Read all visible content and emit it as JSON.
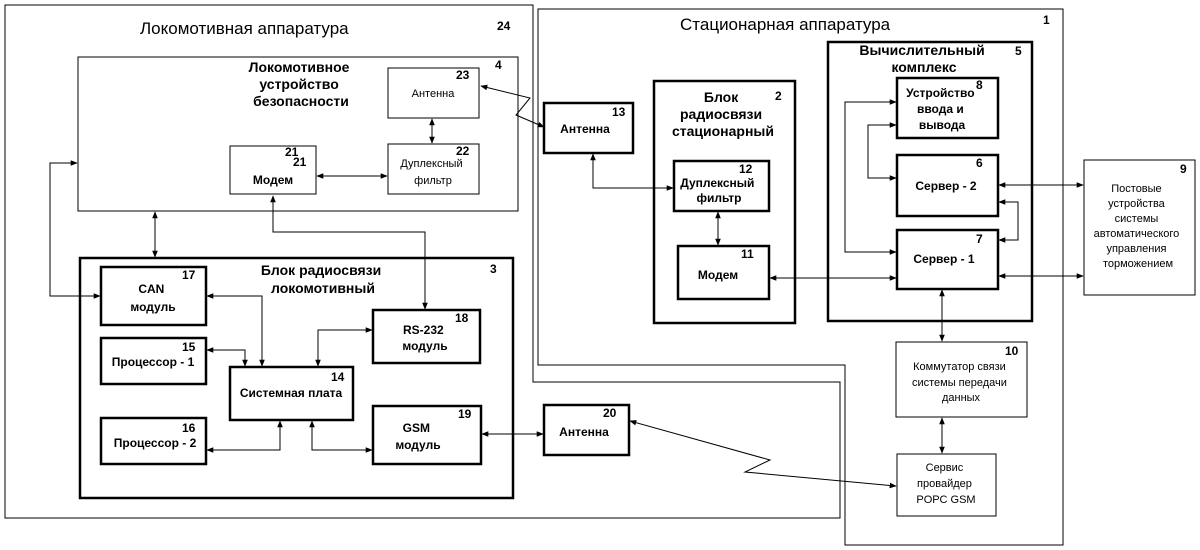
{
  "regions": {
    "loco": {
      "title": "Локомотивная аппаратура",
      "num": "24"
    },
    "station": {
      "title": "Стационарная аппаратура",
      "num": "1"
    }
  },
  "blocks": {
    "safety": {
      "num": "4",
      "lines": [
        "Локомотивное",
        "устройство",
        "безопасности"
      ]
    },
    "antenna23": {
      "num": "23",
      "lines": [
        "Антенна"
      ]
    },
    "duplex22": {
      "num": "22",
      "lines": [
        "Дуплексный",
        "фильтр"
      ]
    },
    "modem21": {
      "num": "21",
      "num2": "21",
      "lines": [
        "Модем"
      ]
    },
    "loco_radio": {
      "num": "3",
      "lines": [
        "Блок радиосвязи",
        "локомотивный"
      ]
    },
    "can17": {
      "num": "17",
      "lines": [
        "CAN",
        "модуль"
      ]
    },
    "proc15": {
      "num": "15",
      "lines": [
        "Процессор  - 1"
      ]
    },
    "sysboard14": {
      "num": "14",
      "lines": [
        "Системная плата"
      ]
    },
    "rs232_18": {
      "num": "18",
      "lines": [
        "RS-232",
        "модуль"
      ]
    },
    "proc16": {
      "num": "16",
      "lines": [
        "Процессор  - 2"
      ]
    },
    "gsm19": {
      "num": "19",
      "lines": [
        "GSM",
        "модуль"
      ]
    },
    "antenna20": {
      "num": "20",
      "lines": [
        "Антенна"
      ]
    },
    "antenna13": {
      "num": "13",
      "lines": [
        "Антенна"
      ]
    },
    "station_radio": {
      "num": "2",
      "lines": [
        "Блок",
        "радиосвязи",
        "стационарный"
      ]
    },
    "duplex12": {
      "num": "12",
      "lines": [
        "Дуплексный",
        "фильтр"
      ]
    },
    "modem11": {
      "num": "11",
      "lines": [
        "Модем"
      ]
    },
    "computing": {
      "num": "5",
      "lines": [
        "Вычислительный",
        "комплекс"
      ]
    },
    "io8": {
      "num": "8",
      "lines": [
        "Устройство",
        "ввода и",
        "вывода"
      ]
    },
    "server6": {
      "num": "6",
      "lines": [
        "Сервер - 2"
      ]
    },
    "server7": {
      "num": "7",
      "lines": [
        "Сервер - 1"
      ]
    },
    "switch10": {
      "num": "10",
      "lines": [
        "Коммутатор связи",
        "системы передачи",
        "данных"
      ]
    },
    "provider": {
      "lines": [
        "Сервис",
        "провайдер",
        "PОРС GSM"
      ]
    },
    "posts9": {
      "num": "9",
      "lines": [
        "Постовые",
        "устройства",
        "системы",
        "автоматического",
        "управления",
        "торможением"
      ]
    }
  }
}
